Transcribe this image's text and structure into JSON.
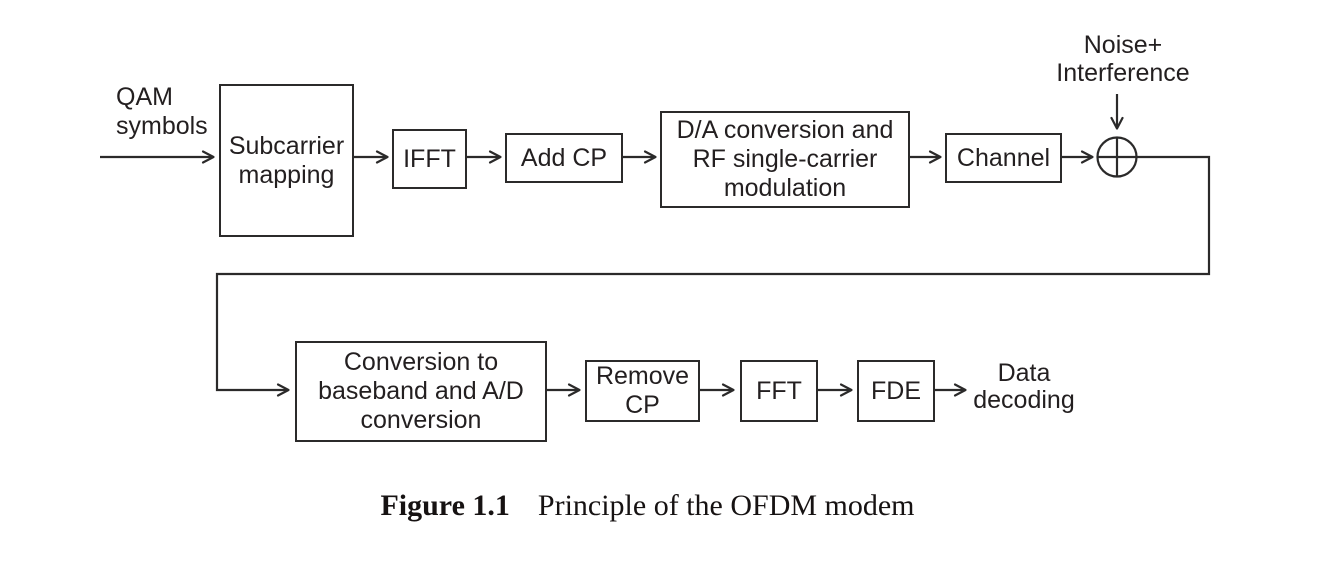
{
  "figure": {
    "caption_label": "Figure 1.1",
    "caption_text": "Principle of the OFDM modem"
  },
  "diagram": {
    "type": "block-diagram",
    "line_color": "#2b2a2a",
    "background": "#ffffff",
    "input_label": "QAM\nsymbols",
    "noise_label": "Noise+\nInterference",
    "output_label": "Data\ndecoding",
    "blocks": {
      "subcarrier_mapping": "Subcarrier\nmapping",
      "ifft": "IFFT",
      "add_cp": "Add CP",
      "da_rf": "D/A conversion and\nRF single-carrier\nmodulation",
      "channel": "Channel",
      "baseband_ad": "Conversion to\nbaseband and A/D\nconversion",
      "remove_cp": "Remove\nCP",
      "fft": "FFT",
      "fde": "FDE"
    },
    "adder_symbol": "circle-plus",
    "connections": [
      "QAM symbols -> Subcarrier mapping",
      "Subcarrier mapping -> IFFT",
      "IFFT -> Add CP",
      "Add CP -> D/A conversion and RF single-carrier modulation",
      "D/A conversion and RF single-carrier modulation -> Channel",
      "Channel -> adder",
      "Noise+Interference -> adder",
      "adder -> Conversion to baseband and A/D conversion",
      "Conversion to baseband and A/D conversion -> Remove CP",
      "Remove CP -> FFT",
      "FFT -> FDE",
      "FDE -> Data decoding"
    ]
  }
}
